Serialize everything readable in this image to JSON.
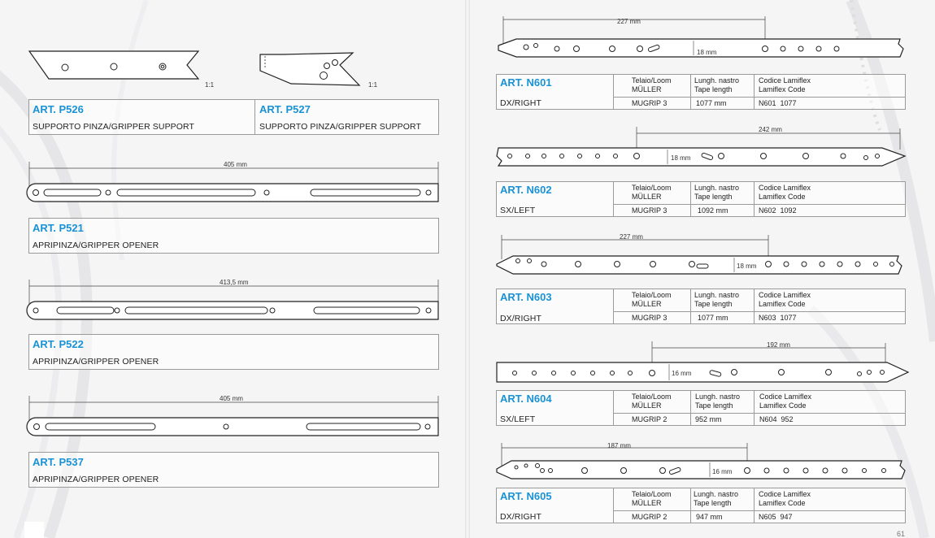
{
  "left": {
    "items": [
      {
        "art": "ART. P526",
        "desc": "SUPPORTO PINZA/GRIPPER SUPPORT",
        "scale": "1:1"
      },
      {
        "art": "ART. P527",
        "desc": "SUPPORTO PINZA/GRIPPER SUPPORT",
        "scale": "1:1"
      },
      {
        "art": "ART. P521",
        "desc": "APRIPINZA/GRIPPER OPENER",
        "dim": "405 mm"
      },
      {
        "art": "ART. P522",
        "desc": "APRIPINZA/GRIPPER OPENER",
        "dim": "413,5 mm"
      },
      {
        "art": "ART. P537",
        "desc": "APRIPINZA/GRIPPER OPENER",
        "dim": "405 mm"
      }
    ]
  },
  "right": {
    "headers": {
      "loom": "Telaio/Loom",
      "loom2": "MÜLLER",
      "length": "Lungh. nastro",
      "length2": "Tape length",
      "code": "Codice Lamiflex",
      "code2": "Lamiflex Code"
    },
    "items": [
      {
        "art": "ART. N601",
        "side": "DX/RIGHT",
        "loom": "MUGRIP 3",
        "length": "1077 mm",
        "code": "N601  1077",
        "dim": "227 mm",
        "width": "18 mm"
      },
      {
        "art": "ART. N602",
        "side": "SX/LEFT",
        "loom": "MUGRIP 3",
        "length": "1092 mm",
        "code": "N602  1092",
        "dim": "242 mm",
        "width": "18 mm"
      },
      {
        "art": "ART. N603",
        "side": "DX/RIGHT",
        "loom": "MUGRIP 3",
        "length": "1077 mm",
        "code": "N603  1077",
        "dim": "227 mm",
        "width": "18 mm"
      },
      {
        "art": "ART. N604",
        "side": "SX/LEFT",
        "loom": "MUGRIP 2",
        "length": "952 mm",
        "code": "N604  952",
        "dim": "192 mm",
        "width": "16 mm"
      },
      {
        "art": "ART. N605",
        "side": "DX/RIGHT",
        "loom": "MUGRIP 2",
        "length": "947 mm",
        "code": "N605  947",
        "dim": "187 mm",
        "width": "16 mm"
      }
    ],
    "page_number": "61"
  },
  "colors": {
    "accent": "#1a92d6",
    "line": "#9a9a9a"
  }
}
